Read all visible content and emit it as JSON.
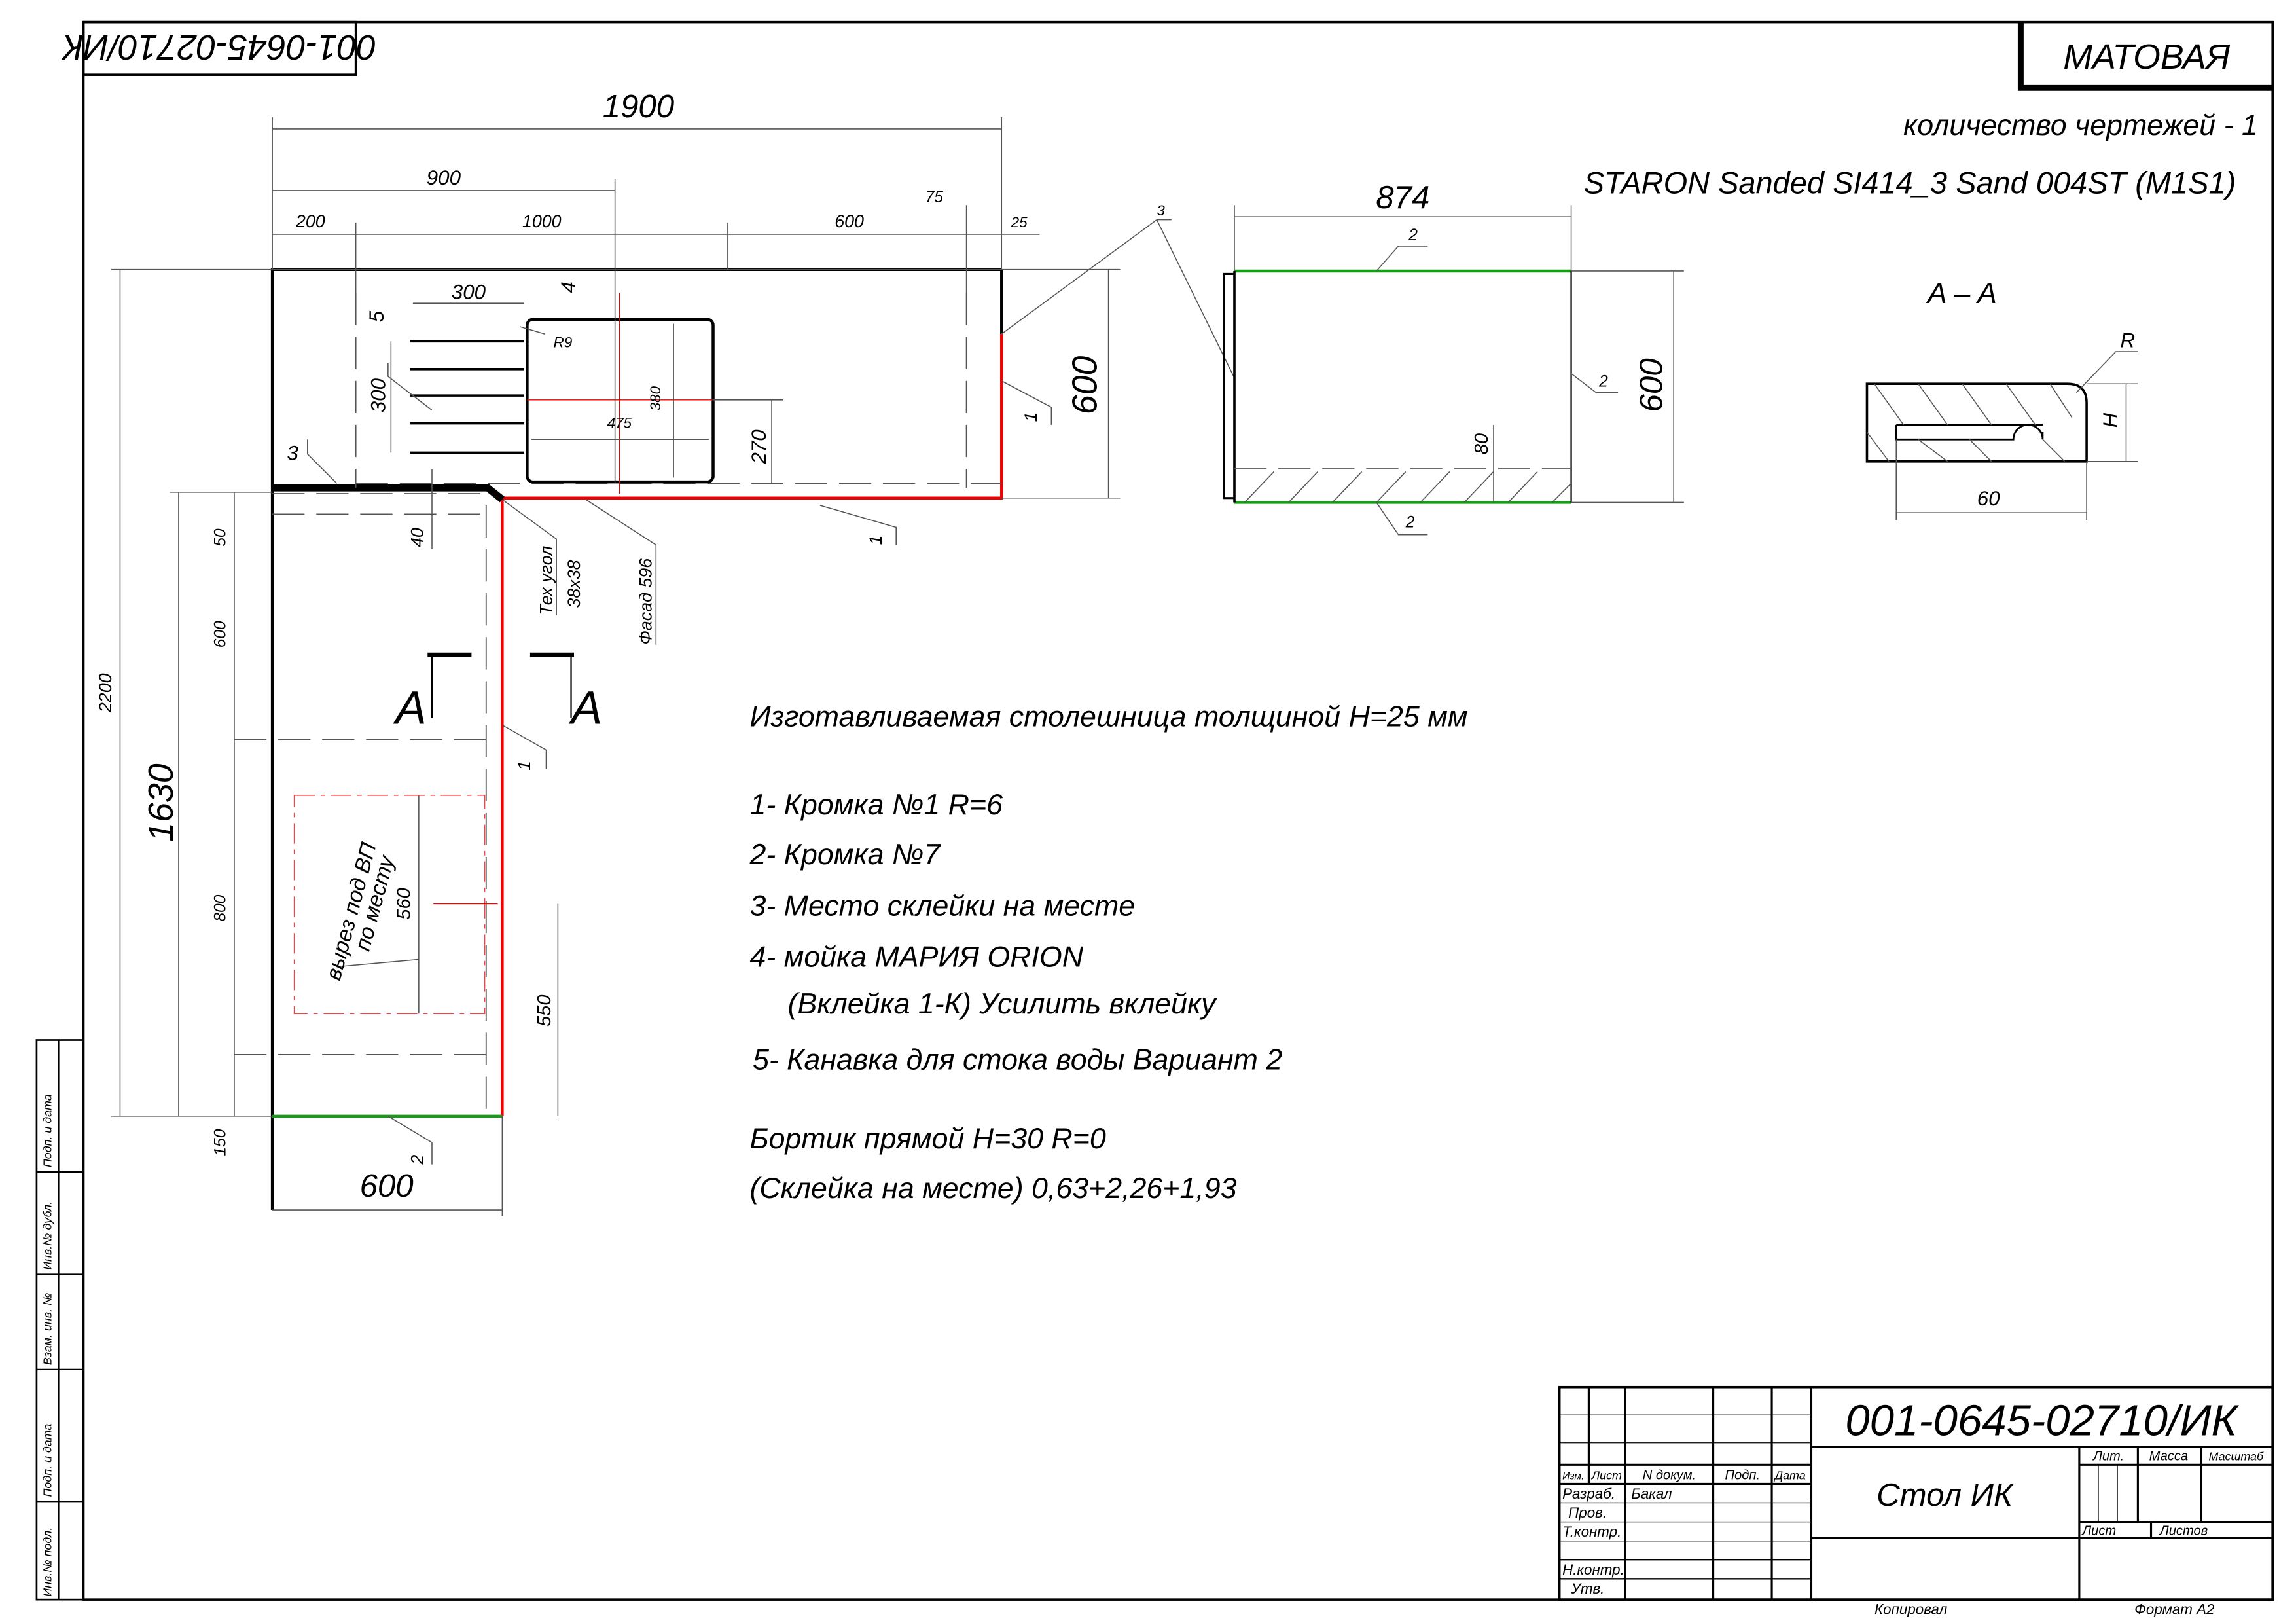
{
  "stamp_rotated": "001-0645-02710/ИК",
  "finish": "МАТОВАЯ",
  "drawings_count": "количество чертежей - 1",
  "material": "STARON Sanded SI414_3 Sand 004ST (M1S1)",
  "plan": {
    "dims": {
      "total_w": "1900",
      "w900": "900",
      "w200": "200",
      "w1000": "1000",
      "w600": "600",
      "w75": "75",
      "w25": "25",
      "h2200": "2200",
      "h1630": "1630",
      "h50": "50",
      "h600": "600",
      "h800": "800",
      "h150": "150",
      "depth600": "600",
      "bottom600": "600",
      "sink300w": "300",
      "sink300h": "300",
      "r9": "R9",
      "sink475": "475",
      "sink380": "380",
      "d270": "270",
      "d40": "40",
      "cut560": "560",
      "d550": "550"
    },
    "callouts": {
      "c1a": "1",
      "c1b": "1",
      "c1c": "1",
      "c2": "2",
      "c3": "3",
      "c3b": "3",
      "c4": "4",
      "c5": "5"
    },
    "tech_corner": "Тех угол",
    "tech_corner_size": "38x38",
    "facade": "Фасад 596",
    "cutout_l1": "вырез под ВП",
    "cutout_l2": "по месту",
    "section_mark": "A"
  },
  "side_view": {
    "width": "874",
    "height": "600",
    "band": "80",
    "edge_top": "2",
    "edge_right": "2",
    "edge_bottom": "2"
  },
  "section": {
    "title": "A – A",
    "r": "R",
    "h": "H",
    "w": "60"
  },
  "notes": [
    "Изготавливаемая столешница толщиной H=25 мм",
    "1- Кромка №1 R=6",
    "2- Кромка №7",
    "3- Место склейки на месте",
    "4- мойка МАРИЯ ORION",
    "(Вклейка 1-К) Усилить вклейку",
    "5-  Канавка для стока воды Вариант 2",
    "Бортик прямой H=30 R=0",
    "(Склейка на месте) 0,63+2,26+1,93"
  ],
  "title_block": {
    "doc_number": "001-0645-02710/ИК",
    "name": "Стол ИК",
    "headers": {
      "izm": "Изм.",
      "list": "Лист",
      "ndoc": "N докум.",
      "podp": "Подп.",
      "date": "Дата"
    },
    "roles": {
      "razrab": "Разраб.",
      "prov": "Пров.",
      "tkontr": "Т.контр.",
      "nkontr": "Н.контр.",
      "utv": "Утв."
    },
    "developer": "Бакал",
    "lit": "Лит.",
    "mass": "Масса",
    "scale": "Масштаб",
    "sheet": "Лист",
    "sheets": "Листов",
    "copied": "Копировал",
    "format": "Формат А2"
  },
  "side_strip": [
    "Инв.№ подл.",
    "Подп. и дата",
    "Взам. инв. №",
    "Инв.№ дубл.",
    "Подп. и дата"
  ]
}
